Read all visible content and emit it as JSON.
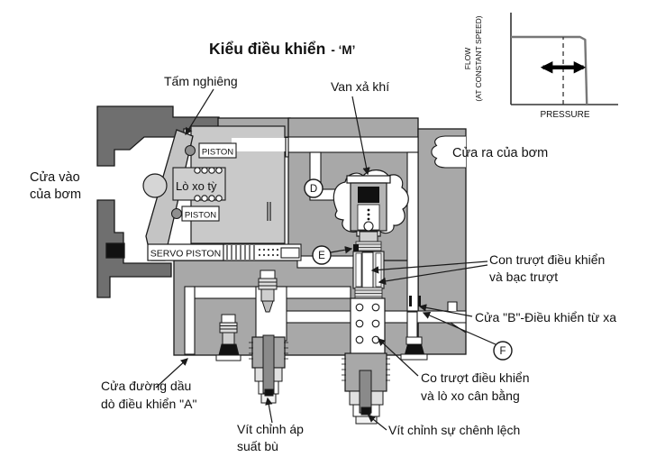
{
  "title": {
    "text": "Kiểu điều khiển",
    "suffix": "- ‘M’"
  },
  "chart_data": {
    "type": "line",
    "title": "",
    "xlabel": "PRESSURE",
    "ylabel_line1": "FLOW",
    "ylabel_line2": "(AT CONSTANT SPEED)",
    "xlim": [
      0,
      1.25
    ],
    "ylim": [
      0,
      1.3
    ],
    "grid": false,
    "legend": false,
    "series": [
      {
        "name": "flow_vs_pressure_at_constant_speed",
        "x": [
          0,
          0.82,
          0.88,
          0.9
        ],
        "y": [
          1.0,
          1.0,
          0.96,
          0.0
        ]
      }
    ],
    "annotations": [
      {
        "type": "dashed_vline",
        "x": 0.62,
        "y1": 0,
        "y2": 1.0
      },
      {
        "type": "double_arrow",
        "x1": 0.38,
        "x2": 0.86,
        "y": 0.55
      }
    ]
  },
  "labels": {
    "swash_plate": "Tấm nghiêng",
    "air_bleed_valve": "Van xả khí",
    "pump_inlet": {
      "line1": "Cửa vào",
      "line2": "của bơm"
    },
    "pump_outlet": "Cửa ra của bơm",
    "thrust_spring": "Lò xo tỳ",
    "piston_upper": "PISTON",
    "piston_lower": "PISTON",
    "servo_piston": "SERVO PISTON",
    "control_spool_sleeve": {
      "line1": "Con trượt điều khiển",
      "line2": "và bạc trượt"
    },
    "port_b_remote": "Cửa \"B\"-Điều khiển từ xa",
    "spool_balance_spring": {
      "line1": "Co trượt điều khiển",
      "line2": "và lò xo cân bằng"
    },
    "differential_adjust_screw": "Vít chỉnh sự chênh lệch",
    "compensator_adjust_screw": {
      "line1": "Vít chỉnh áp",
      "line2": "suất bù"
    },
    "control_drain_port_a": {
      "line1": "Cửa đường dầu",
      "line2": "dò điều khiển \"A\""
    },
    "marker_d": "D",
    "marker_e": "E",
    "marker_f": "F"
  },
  "colors": {
    "casing": "#6f6f6f",
    "body": "#a8a8a8",
    "light_part": "#c9c9c9",
    "inner_part": "#b5b5b5",
    "channel": "#ffffff",
    "outline": "#1a1a1a",
    "seal": "#111111",
    "curve": "#777777"
  }
}
